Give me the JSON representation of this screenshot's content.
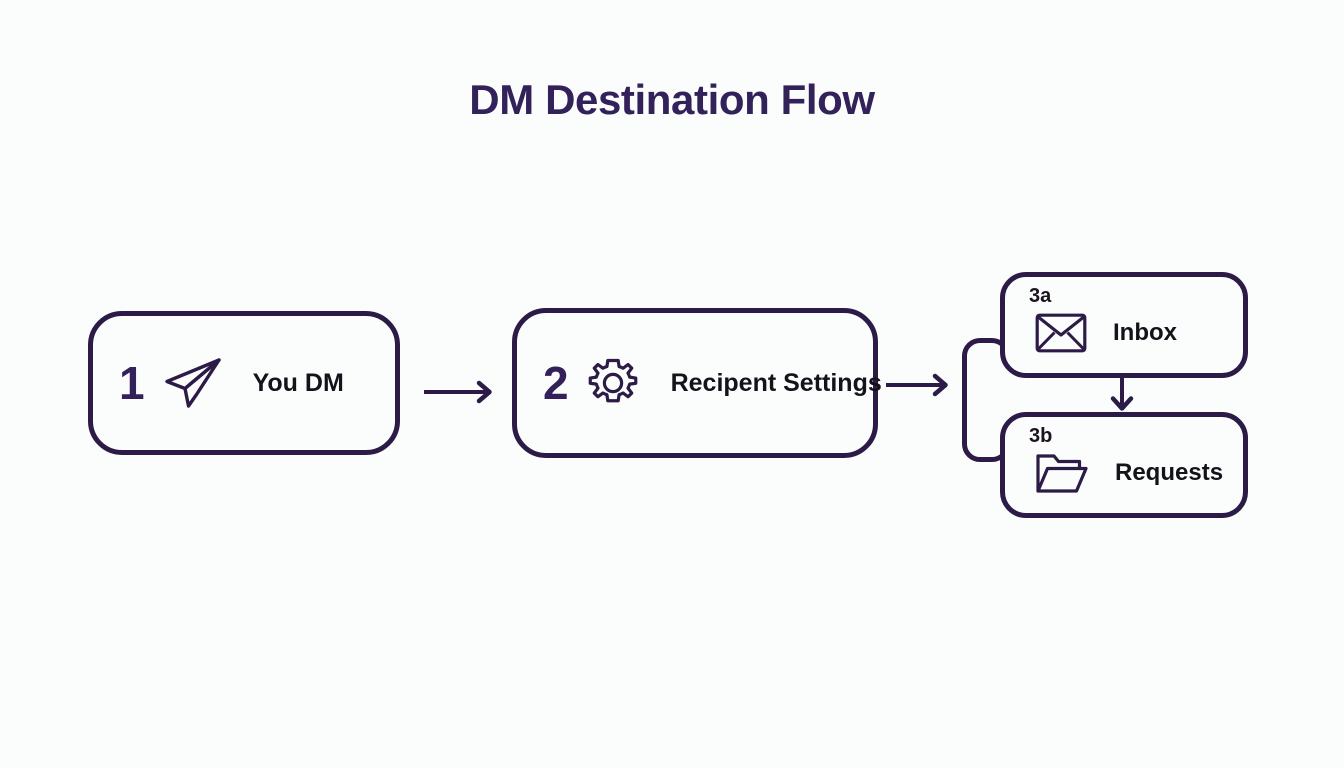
{
  "page": {
    "title": "DM Destination Flow",
    "background_color": "#fbfdfd",
    "stroke_color": "#2d1b47",
    "title_color": "#33215a",
    "number_color": "#33215a",
    "label_color": "#14131a"
  },
  "diagram": {
    "type": "flowchart",
    "orientation": "left-to-right with terminal branch",
    "nodes": [
      {
        "id": "1",
        "step": "1",
        "label": "You DM",
        "icon": "paper-plane-icon"
      },
      {
        "id": "2",
        "step": "2",
        "label": "Recipent Settings",
        "icon": "gear-icon"
      },
      {
        "id": "3a",
        "step": "3a",
        "label": "Inbox",
        "icon": "envelope-icon"
      },
      {
        "id": "3b",
        "step": "3b",
        "label": "Requests",
        "icon": "folder-icon"
      }
    ],
    "connectors": [
      {
        "from": "1",
        "to": "2",
        "style": "straight-arrow-right"
      },
      {
        "from": "2",
        "to": "branch",
        "style": "straight-arrow-right"
      },
      {
        "from": "branch",
        "to": "3a",
        "style": "bracket"
      },
      {
        "from": "branch",
        "to": "3b",
        "style": "bracket"
      },
      {
        "from": "3a",
        "to": "3b",
        "style": "straight-arrow-down"
      }
    ]
  }
}
